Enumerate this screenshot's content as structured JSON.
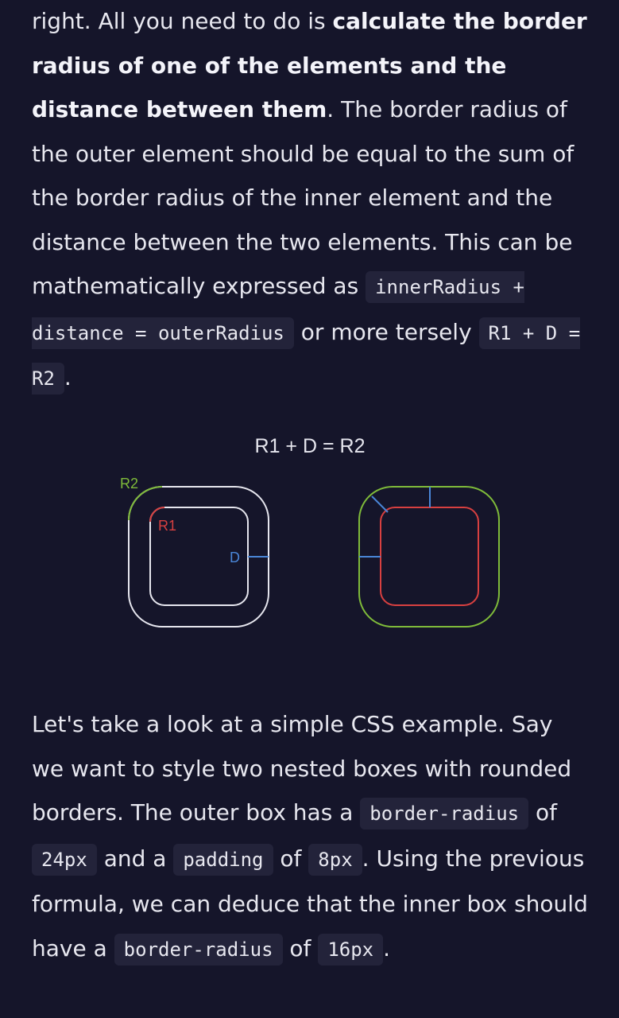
{
  "paragraph1": {
    "t1": "right. All you need to do is ",
    "b1": "calculate the border radius of one of the elements and the distance between them",
    "t2": ". The border radius of the outer element should be equal to the sum of the border radius of the inner element and the distance between the two elements. This can be mathematically expressed as ",
    "c1": "innerRadius + distance = outerRadius",
    "t3": " or more tersely ",
    "c2": "R1 + D = R2",
    "t4": "."
  },
  "diagram": {
    "title": "R1 + D = R2",
    "label_r2": "R2",
    "label_r1": "R1",
    "label_d": "D",
    "colors": {
      "stroke": "#e6e6ee",
      "green": "#7fbb3a",
      "red": "#d84040",
      "blue": "#4a86d8"
    }
  },
  "paragraph2": {
    "t1": "Let's take a look at a simple CSS example. Say we want to style two nested boxes with rounded borders. The outer box has a ",
    "c1": "border-radius",
    "t2": " of ",
    "c2": "24px",
    "t3": " and a ",
    "c3": "padding",
    "t4": " of ",
    "c4": "8px",
    "t5": ". Using the previous formula, we can deduce that the inner box should have a ",
    "c5": "border-radius",
    "t6": " of ",
    "c6": "16px",
    "t7": "."
  }
}
